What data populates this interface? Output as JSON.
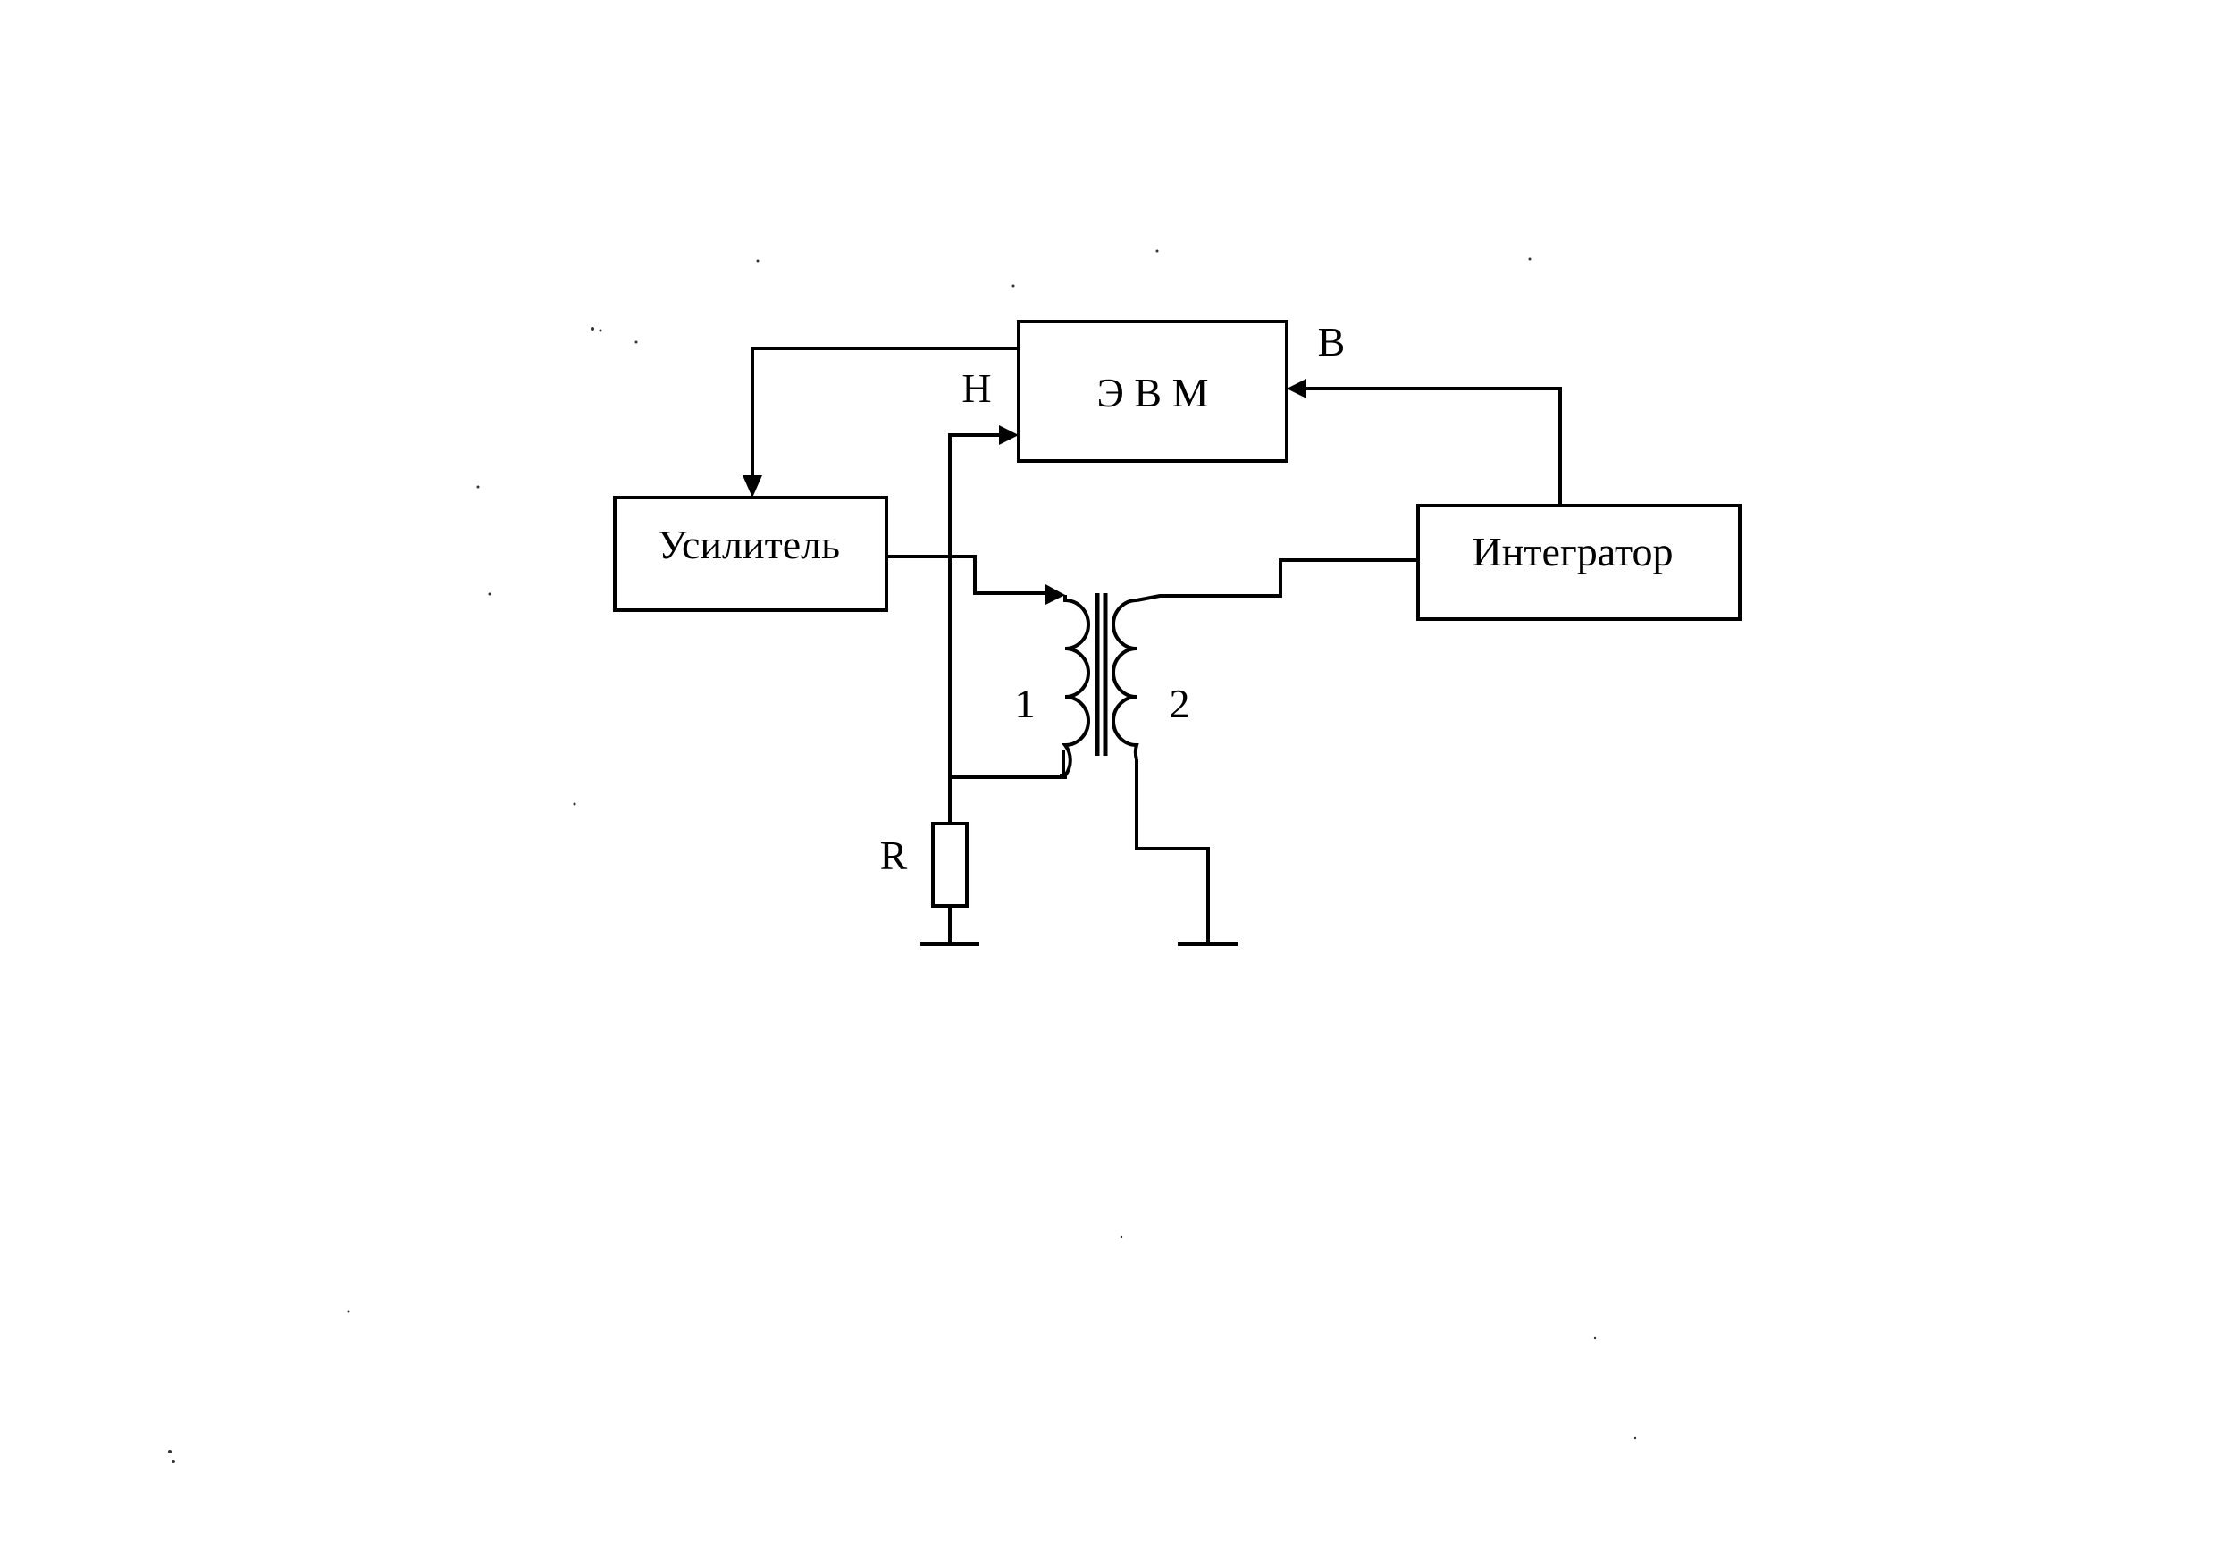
{
  "blocks": {
    "computer": "Э В М",
    "amplifier": "Усилитель",
    "integrator": "Интегратор"
  },
  "labels": {
    "input_h": "Н",
    "input_b": "В",
    "winding_1": "1",
    "winding_2": "2",
    "resistor": "R"
  }
}
